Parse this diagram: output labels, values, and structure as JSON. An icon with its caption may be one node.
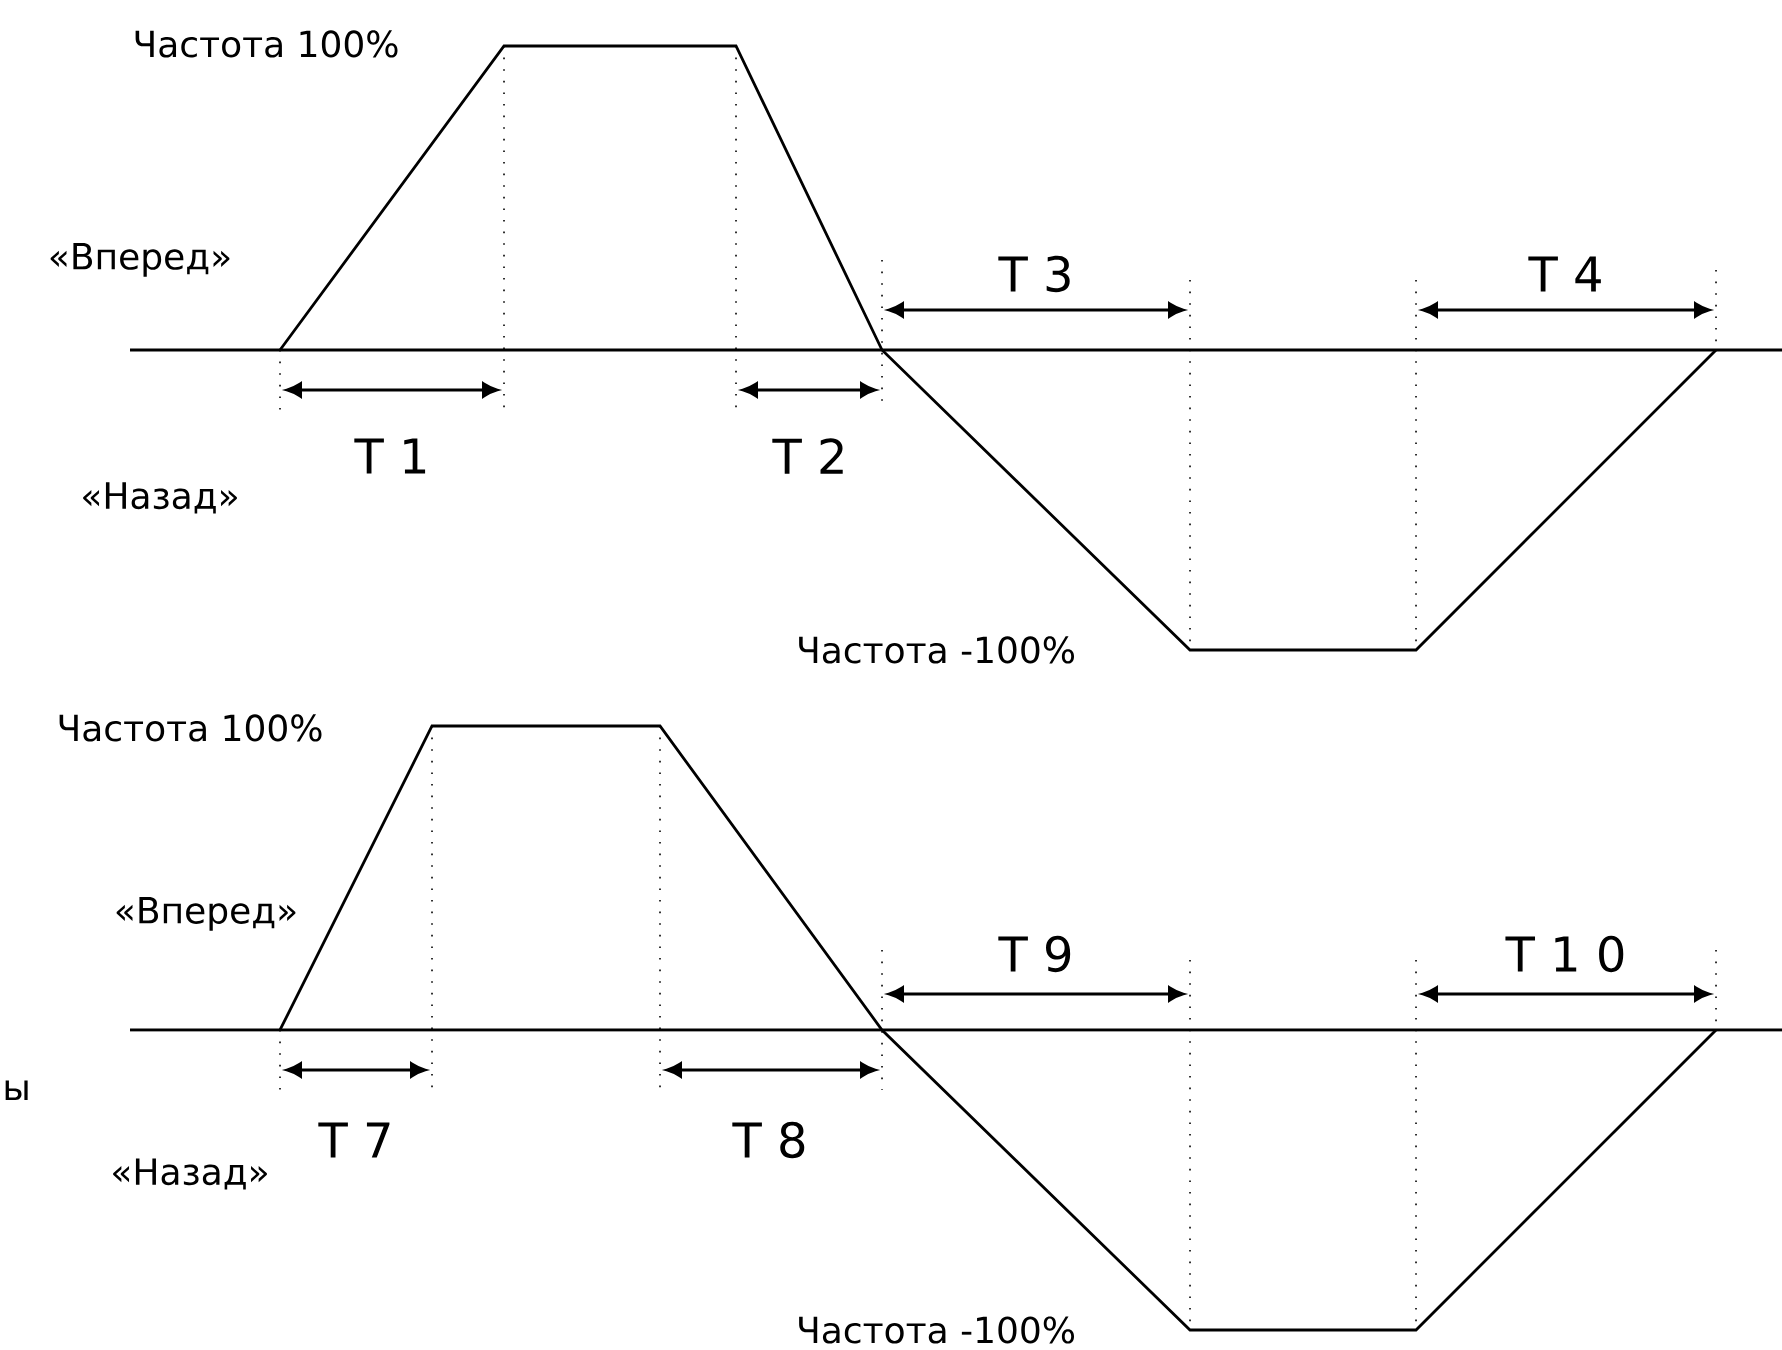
{
  "diagram": {
    "labels": [
      "Частота 100%",
      "«Вперед»",
      "T 3",
      "T 4",
      "T 1",
      "T 2",
      "«Назад»",
      "Частота -100%",
      "Частота 100%",
      "«Вперед»",
      "T 9",
      "T 1 0",
      "ы",
      "T 7",
      "T 8",
      "«Назад»",
      "Частота -100%"
    ]
  }
}
